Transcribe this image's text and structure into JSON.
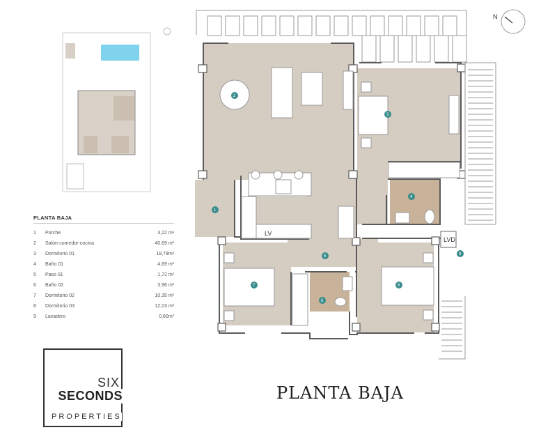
{
  "title": "PLANTA BAJA",
  "legend": {
    "title": "PLANTA BAJA",
    "rooms": [
      {
        "num": "1",
        "name": "Porche",
        "area": "3,22 m²"
      },
      {
        "num": "2",
        "name": "Salón-comedor-cocina",
        "area": "40,69 m²"
      },
      {
        "num": "3",
        "name": "Dormitorio 01",
        "area": "18,79m²"
      },
      {
        "num": "4",
        "name": "Baño 01",
        "area": "4,69 m²"
      },
      {
        "num": "5",
        "name": "Paso 01",
        "area": "1,72 m²"
      },
      {
        "num": "6",
        "name": "Baño 02",
        "area": "3,96 m²"
      },
      {
        "num": "7",
        "name": "Dormitorio 02",
        "area": "10,35 m²"
      },
      {
        "num": "8",
        "name": "Dormitorio 03",
        "area": "12,03 m²"
      },
      {
        "num": "9",
        "name": "Lavadero",
        "area": "0,60m²"
      }
    ]
  },
  "plan_labels": {
    "lv": "LV",
    "lvd": "LVD",
    "north": "N"
  },
  "logo": {
    "line1": "SIX",
    "line2": "SECONDS",
    "line3": "PROPERTIES"
  },
  "colors": {
    "floor": "#d5ccc2",
    "bath": "#c8b29a",
    "marker": "#3b8c8c",
    "wall": "#5a5a5a",
    "pool": "#7fd3ec"
  }
}
